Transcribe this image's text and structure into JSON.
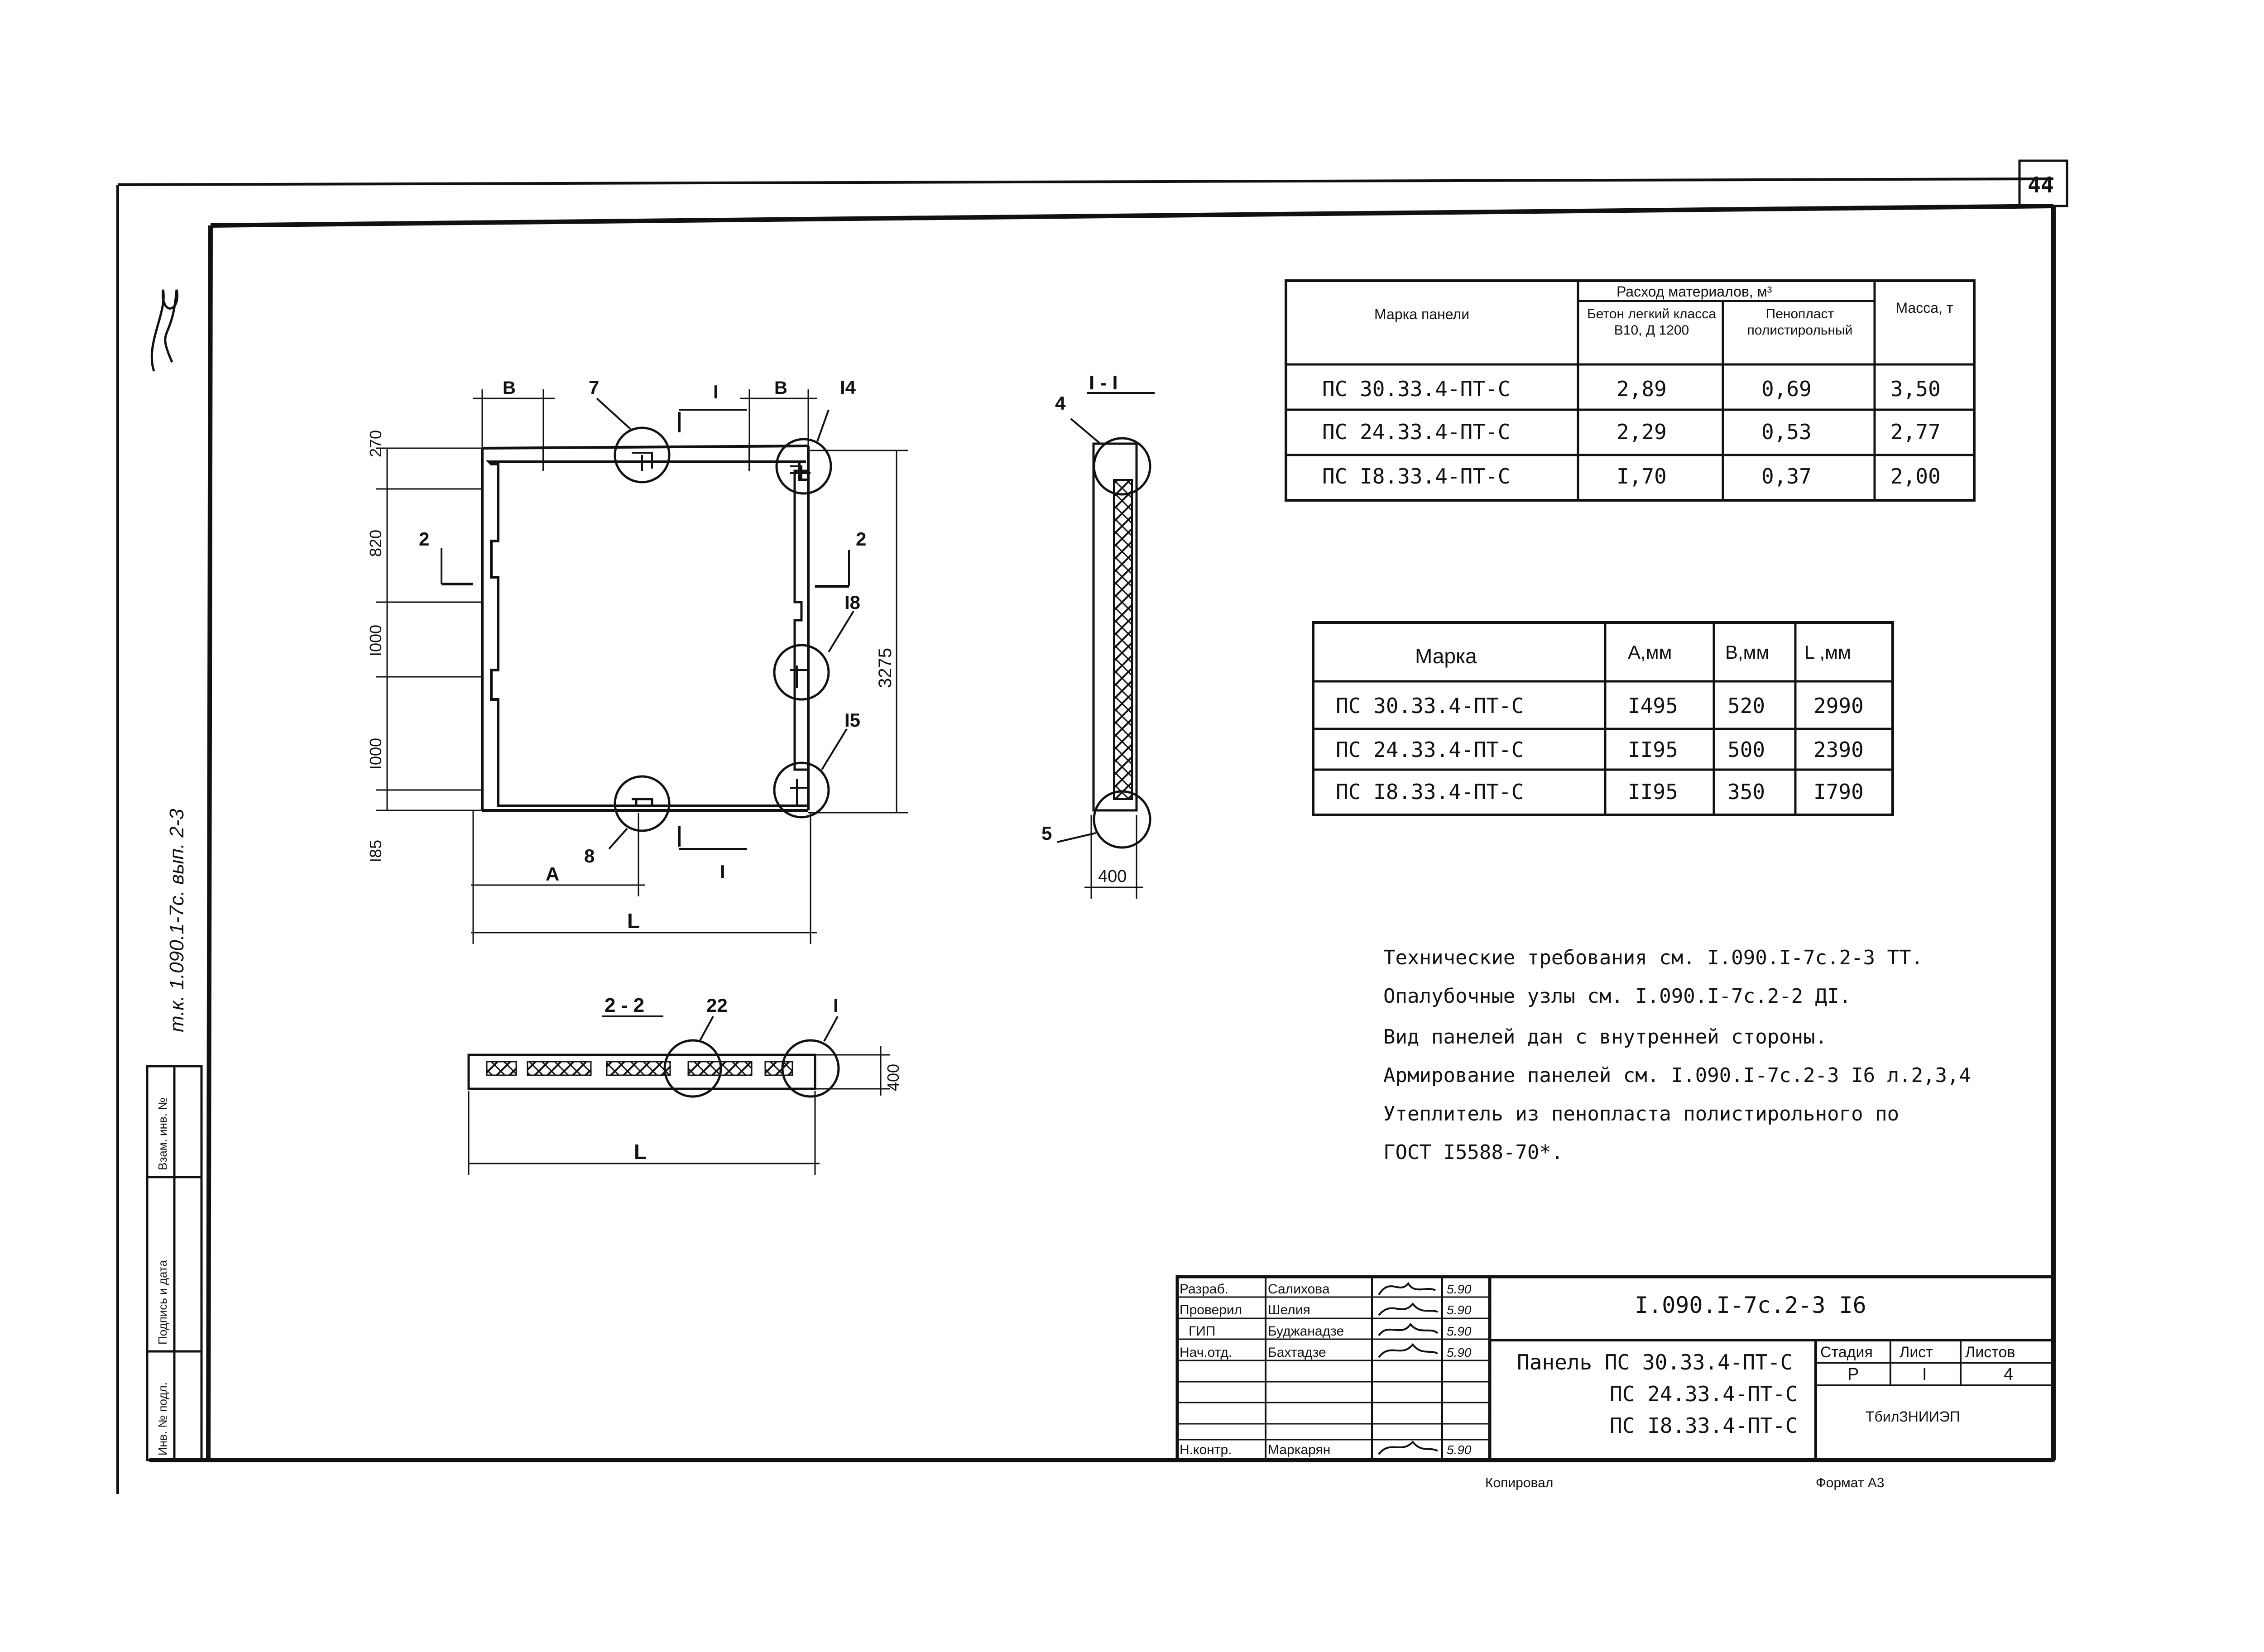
{
  "sheet": {
    "page_number": "44",
    "margin_ref": "т.к. 1.090.1-7с. вып. 2-3",
    "copied_label": "Копировал",
    "format_label": "Формат А3"
  },
  "side_stamp": {
    "inv_podl": "Инв. № подл.",
    "podpis": "Подпись и дата",
    "vzam": "Взам. инв. №"
  },
  "table_materials": {
    "col_mark": "Марка панели",
    "col_group": "Расход материалов, м³",
    "col_concrete": "Бетон легкий класса В10, Д 1200",
    "col_foam": "Пенопласт полистирольный",
    "col_mass": "Масса, т",
    "rows": [
      {
        "mark": "ПС 30.33.4-ПТ-С",
        "concrete": "2,89",
        "foam": "0,69",
        "mass": "3,50"
      },
      {
        "mark": "ПС 24.33.4-ПТ-С",
        "concrete": "2,29",
        "foam": "0,53",
        "mass": "2,77"
      },
      {
        "mark": "ПС I8.33.4-ПТ-С",
        "concrete": "I,70",
        "foam": "0,37",
        "mass": "2,00"
      }
    ]
  },
  "table_dims": {
    "col_mark": "Марка",
    "col_a": "А,мм",
    "col_b": "В,мм",
    "col_l": "L ,мм",
    "rows": [
      {
        "mark": "ПС 30.33.4-ПТ-С",
        "a": "I495",
        "b": "520",
        "l": "2990"
      },
      {
        "mark": "ПС 24.33.4-ПТ-С",
        "a": "II95",
        "b": "500",
        "l": "2390"
      },
      {
        "mark": "ПС I8.33.4-ПТ-С",
        "a": "II95",
        "b": "350",
        "l": "I790"
      }
    ]
  },
  "notes": [
    "Технические требования см. I.090.I-7с.2-3 ТТ.",
    "Опалубочные узлы см. I.090.I-7с.2-2 ДI.",
    "Вид панелей дан с внутренней стороны.",
    "Армирование панелей см. I.090.I-7с.2-3 I6 л.2,3,4",
    "Утеплитель из пенопласта полистирольного по",
    "ГОСТ I5588-70*."
  ],
  "drawing": {
    "elevation": {
      "dim_b1": "В",
      "callout_7": "7",
      "section_i_top": "I",
      "dim_b2": "В",
      "callout_14": "I4",
      "dim_270": "270",
      "dim_820": "820",
      "dim_1000a": "I000",
      "dim_1000b": "I000",
      "dim_185": "I85",
      "dim_3275": "3275",
      "sec2_left": "2",
      "sec2_right": "2",
      "callout_18": "I8",
      "callout_15": "I5",
      "callout_8": "8",
      "section_i_bottom": "I",
      "dim_a": "А",
      "dim_l": "L"
    },
    "section_1": {
      "title": "I - I",
      "callout_4": "4",
      "callout_5": "5",
      "dim_400": "400"
    },
    "section_2": {
      "title": "2 - 2",
      "callout_22": "22",
      "callout_1": "I",
      "dim_400": "400",
      "dim_l": "L"
    }
  },
  "title_block": {
    "doc_code": "I.090.I-7с.2-3 I6",
    "roles": [
      "Разраб.",
      "Проверил",
      "ГИП",
      "Нач.отд.",
      "Н.контр."
    ],
    "names": [
      "Салихова",
      "Шелия",
      "Буджанадзе",
      "Бахтадзе",
      "Маркарян"
    ],
    "dates": [
      "5.90",
      "5.90",
      "5.90",
      "5.90",
      "5.90"
    ],
    "name_line1": "Панель ПС 30.33.4-ПТ-С",
    "name_line2": "ПС 24.33.4-ПТ-С",
    "name_line3": "ПС I8.33.4-ПТ-С",
    "stage_label": "Стадия",
    "sheet_label": "Лист",
    "sheets_label": "Листов",
    "stage_value": "Р",
    "sheet_value": "I",
    "sheets_value": "4",
    "org": "ТбилЗНИИЭП"
  }
}
